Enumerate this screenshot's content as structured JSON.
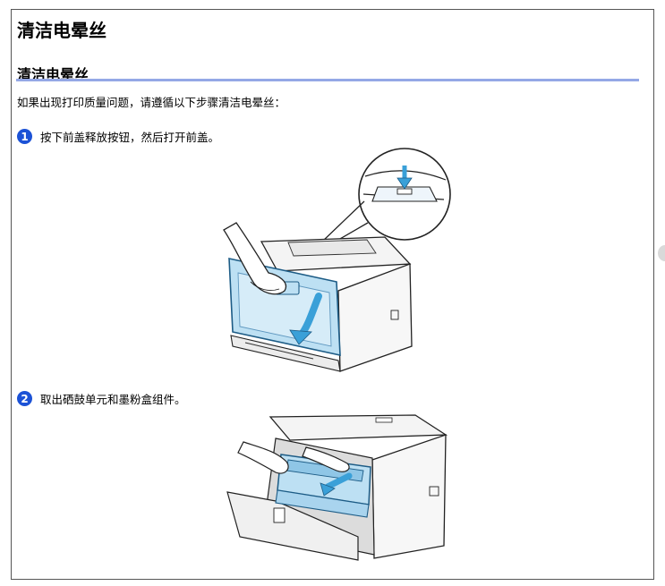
{
  "page": {
    "title": "清洁电晕丝"
  },
  "section": {
    "title": "清洁电晕丝",
    "rule_color": "#94a8e6"
  },
  "intro": "如果出现打印质量问题，请遵循以下步骤清洁电晕丝：",
  "steps": [
    {
      "number": "1",
      "text": "按下前盖释放按钮，然后打开前盖。"
    },
    {
      "number": "2",
      "text": "取出硒鼓单元和墨粉盒组件。"
    }
  ],
  "colors": {
    "badge": "#1c52d6",
    "cover_blue": "#bde0f3",
    "arrow_blue": "#3aa0d8"
  }
}
